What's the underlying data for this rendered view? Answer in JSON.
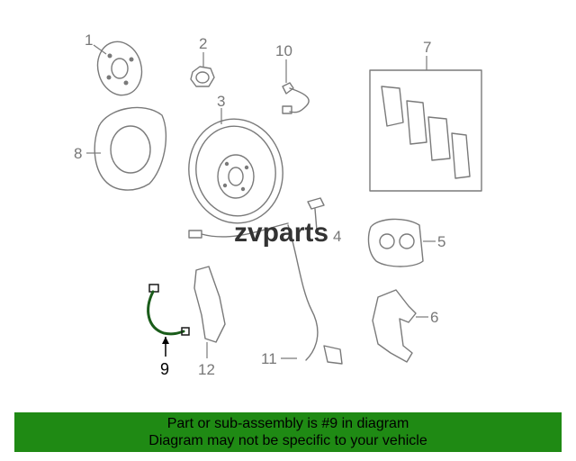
{
  "callouts": {
    "c1": "1",
    "c2": "2",
    "c3": "3",
    "c4": "4",
    "c5": "5",
    "c6": "6",
    "c7": "7",
    "c8": "8",
    "c9": "9",
    "c10": "10",
    "c11": "11",
    "c12": "12"
  },
  "highlighted_part": "9",
  "watermark": "zvparts",
  "banner": {
    "line1": "Part or sub-assembly is #9 in diagram",
    "line2": "Diagram may not be specific to your vehicle"
  },
  "colors": {
    "banner_bg": "#1f8a14",
    "part_stroke": "#7a7a7a",
    "highlight_stroke": "#1a5c1a"
  }
}
